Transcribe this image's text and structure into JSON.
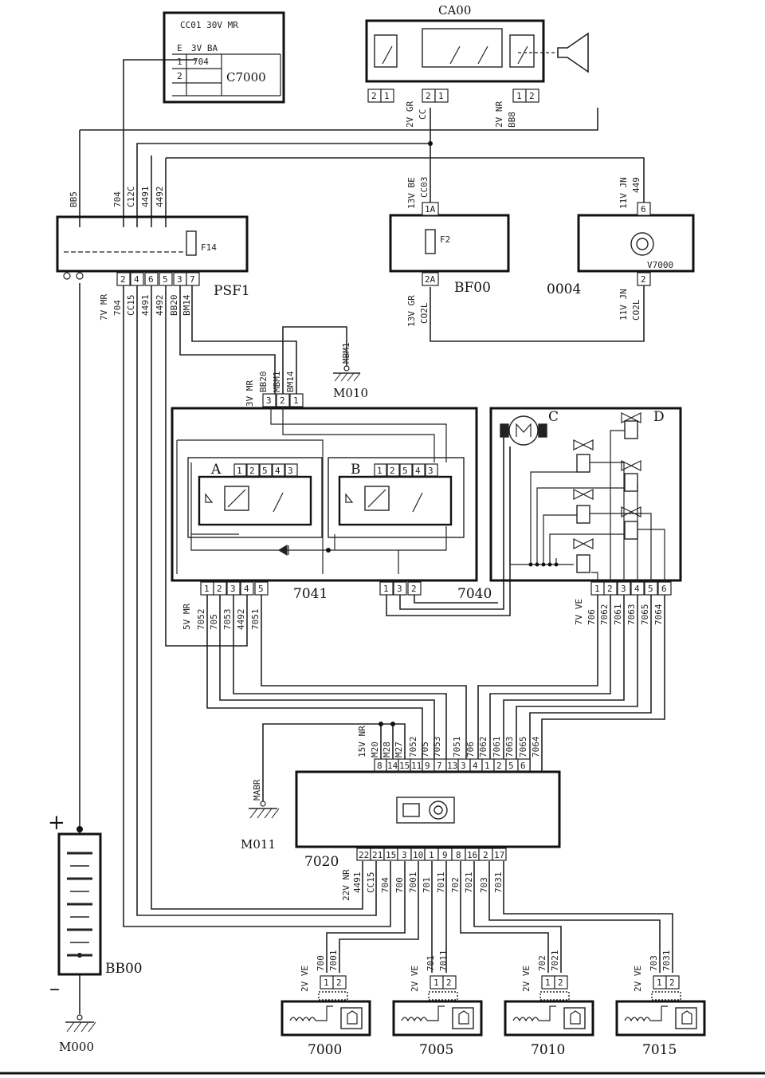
{
  "components": {
    "ca00": {
      "label": "CA00",
      "left_pins": [
        "2",
        "1",
        "2",
        "1"
      ],
      "right_pins": [
        "1",
        "2"
      ]
    },
    "c7000": {
      "label": "C7000",
      "header": "CC01  30V  MR",
      "col_e": "E",
      "col_type": "3V  BA",
      "row1_pin": "1",
      "row1_wire": "704",
      "row2_pin": "2"
    },
    "psf1": {
      "label": "PSF1",
      "fuse": "F14",
      "pins": [
        "2",
        "4",
        "6",
        "5",
        "3",
        "7"
      ]
    },
    "bf00": {
      "label": "BF00",
      "fuse": "F2",
      "pin_top": "1A",
      "pin_bottom": "2A"
    },
    "v0004": {
      "label": "0004",
      "part": "V7000",
      "pin_top": "6",
      "pin_bottom": "2"
    },
    "m010": {
      "label": "M010"
    },
    "m011": {
      "label": "M011"
    },
    "m000": {
      "label": "M000"
    },
    "r7041": {
      "label": "7041",
      "relay_a": "A",
      "relay_b": "B",
      "top_pins": [
        "3",
        "2",
        "1"
      ],
      "a_pins": [
        "1",
        "2",
        "5",
        "4",
        "3"
      ],
      "b_pins": [
        "1",
        "2",
        "5",
        "4",
        "3"
      ],
      "bottom_left_pins": [
        "1",
        "2",
        "3",
        "4",
        "5"
      ],
      "bottom_right_pins": [
        "1",
        "3",
        "2"
      ]
    },
    "u7040": {
      "label": "7040",
      "motor": "C",
      "valves": "D",
      "pins": [
        "1",
        "2",
        "3",
        "4",
        "5",
        "6"
      ]
    },
    "ecu7020": {
      "label": "7020",
      "top_pins": [
        "8",
        "14",
        "15",
        "11",
        "9",
        "7",
        "13",
        "3",
        "4",
        "1",
        "2",
        "5",
        "6"
      ],
      "bottom_pins": [
        "22",
        "21",
        "15",
        "3",
        "10",
        "1",
        "9",
        "8",
        "16",
        "2",
        "17"
      ]
    },
    "bb00": {
      "label": "BB00",
      "plus": "+",
      "minus": "–"
    },
    "sensors": [
      {
        "label": "7000",
        "conn": "2V VE",
        "w1": "700",
        "w2": "7001"
      },
      {
        "label": "7005",
        "conn": "2V VE",
        "w1": "701",
        "w2": "7011"
      },
      {
        "label": "7010",
        "conn": "2V VE",
        "w1": "702",
        "w2": "7021"
      },
      {
        "label": "7015",
        "conn": "2V VE",
        "w1": "703",
        "w2": "7031"
      }
    ]
  },
  "wire_labels": {
    "ca00_left_conn": "2V GR",
    "ca00_left_wire": "CC",
    "ca00_right_conn": "2V NR",
    "ca00_right_wire": "BB8",
    "bb5": "BB5",
    "w704": "704",
    "c12c": "C12C",
    "w4491": "4491",
    "w4492": "4492",
    "bf00_top_conn": "13V BE",
    "bf00_top_wire": "CC03",
    "bf00_bot_conn": "13V GR",
    "bf00_bot_wire": "CO2L",
    "v_top_conn": "11V JN",
    "v_top_wire": "449",
    "v_bot_conn": "11V JN",
    "v_bot_wire": "CO2L",
    "psf_conn": "7V MR",
    "psf_704": "704",
    "psf_cc15": "CC15",
    "psf_4491": "4491",
    "psf_4492": "4492",
    "psf_bb20": "BB20",
    "psf_bm14": "BM14",
    "r_conn": "3V MR",
    "r_bb20": "BB20",
    "r_mbm1": "MBM1",
    "r_bm14": "BM14",
    "m010_wire": "MBM1",
    "r_bot_conn": "5V MR",
    "r_7052": "7052",
    "r_705": "705",
    "r_7053": "7053",
    "r_4492": "4492",
    "r_7051": "7051",
    "d_conn": "7V VE",
    "d_706": "706",
    "d_7062": "7062",
    "d_7061": "7061",
    "d_7063": "7063",
    "d_7065": "7065",
    "d_7064": "7064",
    "e_top_conn": "15V NR",
    "e_m20": "M20",
    "e_m28": "M28",
    "e_m27": "M27",
    "e_7052": "7052",
    "e_705": "705",
    "e_7053": "7053",
    "e_7051": "7051",
    "e_706": "706",
    "e_7062": "7062",
    "e_7061": "7061",
    "e_7063": "7063",
    "e_7065": "7065",
    "e_7064": "7064",
    "mabr": "MABR",
    "e_bot_conn": "22V NR",
    "e_4491": "4491",
    "e_cc15": "CC15",
    "e_704": "704",
    "e_700": "700",
    "e_7001": "7001",
    "e_701": "701",
    "e_7011": "7011",
    "e_702": "702",
    "e_7021": "7021",
    "e_703": "703",
    "e_7031": "7031"
  }
}
